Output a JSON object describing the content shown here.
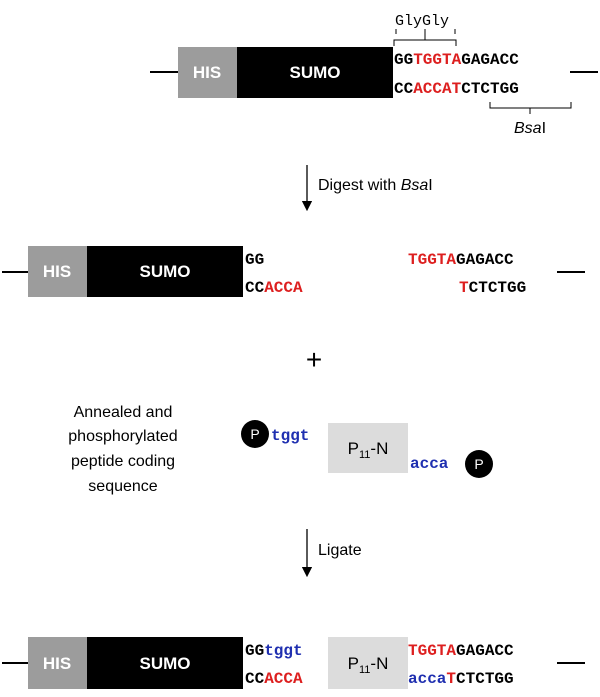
{
  "labels": {
    "his": "HIS",
    "sumo": "SUMO",
    "glygly": "GlyGly",
    "bsa_italic": "Bsa",
    "bsa_roman": "I",
    "digest_prefix": "Digest with ",
    "digest_enzyme_italic": "Bsa",
    "digest_enzyme_roman": "I",
    "plus": "+",
    "peptide_label_lines": [
      "Annealed and",
      "phosphorylated",
      "peptide coding",
      "sequence"
    ],
    "phospho": "P",
    "p11_main": "P",
    "p11_sub": "11",
    "p11_suffix": "-N",
    "ligate": "Ligate"
  },
  "colors": {
    "red": "#dd1f1f",
    "blue": "#1f2fb0",
    "black": "#000000",
    "his_gray": "#9c9c9c",
    "p11_gray": "#dcdcdc"
  },
  "row1": {
    "top": [
      {
        "t": "GG",
        "c": "black"
      },
      {
        "t": "TGGTA",
        "c": "red"
      },
      {
        "t": "GAGACC",
        "c": "black"
      }
    ],
    "bottom": [
      {
        "t": "CC",
        "c": "black"
      },
      {
        "t": "ACCAT",
        "c": "red"
      },
      {
        "t": "CTCTGG",
        "c": "black"
      }
    ]
  },
  "row2": {
    "left_top": [
      {
        "t": "GG",
        "c": "black"
      }
    ],
    "left_bottom": [
      {
        "t": "CC",
        "c": "black"
      },
      {
        "t": "ACCA",
        "c": "red"
      }
    ],
    "right_top": [
      {
        "t": "TGGTA",
        "c": "red"
      },
      {
        "t": "GAGACC",
        "c": "black"
      }
    ],
    "right_bottom": [
      {
        "t": "T",
        "c": "red"
      },
      {
        "t": "CTCTGG",
        "c": "black"
      }
    ]
  },
  "peptide": {
    "left_overhang": [
      {
        "t": "tggt",
        "c": "blue"
      }
    ],
    "right_overhang": [
      {
        "t": "acca",
        "c": "blue"
      }
    ]
  },
  "row3": {
    "left_top": [
      {
        "t": "GG",
        "c": "black"
      },
      {
        "t": "tggt",
        "c": "blue"
      }
    ],
    "left_bottom": [
      {
        "t": "CC",
        "c": "black"
      },
      {
        "t": "ACCA",
        "c": "red"
      }
    ],
    "right_top": [
      {
        "t": "TGGTA",
        "c": "red"
      },
      {
        "t": "GAGACC",
        "c": "black"
      }
    ],
    "right_bottom": [
      {
        "t": "acca",
        "c": "blue"
      },
      {
        "t": "T",
        "c": "red"
      },
      {
        "t": "CTCTGG",
        "c": "black"
      }
    ]
  }
}
